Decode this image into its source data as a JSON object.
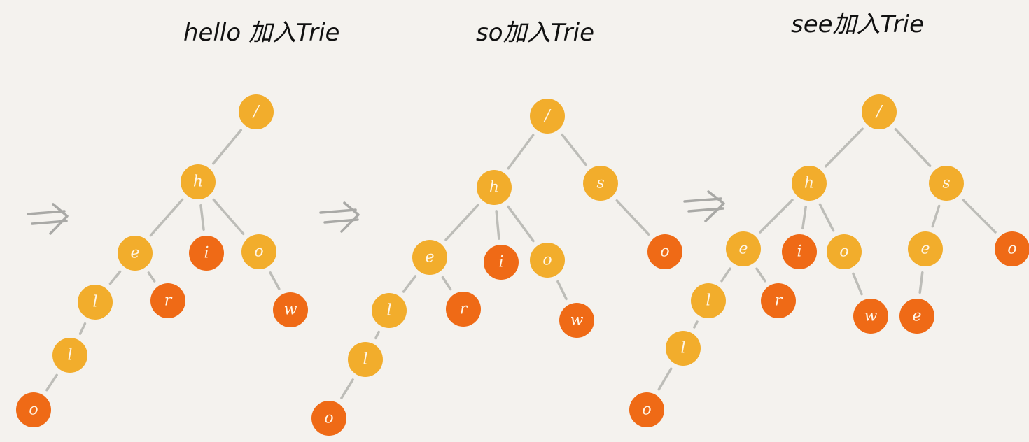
{
  "colors": {
    "background": "#f4f2ee",
    "node_inner": "#f2ad2c",
    "node_leaf": "#ef6a16",
    "edge": "#bdbdb8",
    "arrow": "#a9a9a6"
  },
  "panels": [
    {
      "title": "hello 加入Trie",
      "nodes": [
        {
          "id": "root",
          "label": "/",
          "type": "inner"
        },
        {
          "id": "h",
          "label": "h",
          "type": "inner"
        },
        {
          "id": "e",
          "label": "e",
          "type": "inner"
        },
        {
          "id": "i",
          "label": "i",
          "type": "leaf"
        },
        {
          "id": "o1",
          "label": "o",
          "type": "inner"
        },
        {
          "id": "l1",
          "label": "l",
          "type": "inner"
        },
        {
          "id": "r",
          "label": "r",
          "type": "leaf"
        },
        {
          "id": "w",
          "label": "w",
          "type": "leaf"
        },
        {
          "id": "l2",
          "label": "l",
          "type": "inner"
        },
        {
          "id": "o2",
          "label": "o",
          "type": "leaf"
        }
      ],
      "edges": [
        [
          "root",
          "h"
        ],
        [
          "h",
          "e"
        ],
        [
          "h",
          "i"
        ],
        [
          "h",
          "o1"
        ],
        [
          "e",
          "l1"
        ],
        [
          "e",
          "r"
        ],
        [
          "o1",
          "w"
        ],
        [
          "l1",
          "l2"
        ],
        [
          "l2",
          "o2"
        ]
      ]
    },
    {
      "title": "so加入Trie",
      "nodes": [
        {
          "id": "root",
          "label": "/",
          "type": "inner"
        },
        {
          "id": "h",
          "label": "h",
          "type": "inner"
        },
        {
          "id": "s",
          "label": "s",
          "type": "inner"
        },
        {
          "id": "e",
          "label": "e",
          "type": "inner"
        },
        {
          "id": "i",
          "label": "i",
          "type": "leaf"
        },
        {
          "id": "o1",
          "label": "o",
          "type": "inner"
        },
        {
          "id": "so",
          "label": "o",
          "type": "leaf"
        },
        {
          "id": "l1",
          "label": "l",
          "type": "inner"
        },
        {
          "id": "r",
          "label": "r",
          "type": "leaf"
        },
        {
          "id": "w",
          "label": "w",
          "type": "leaf"
        },
        {
          "id": "l2",
          "label": "l",
          "type": "inner"
        },
        {
          "id": "o2",
          "label": "o",
          "type": "leaf"
        }
      ],
      "edges": [
        [
          "root",
          "h"
        ],
        [
          "root",
          "s"
        ],
        [
          "h",
          "e"
        ],
        [
          "h",
          "i"
        ],
        [
          "h",
          "o1"
        ],
        [
          "s",
          "so"
        ],
        [
          "e",
          "l1"
        ],
        [
          "e",
          "r"
        ],
        [
          "o1",
          "w"
        ],
        [
          "l1",
          "l2"
        ],
        [
          "l2",
          "o2"
        ]
      ]
    },
    {
      "title": "see加入Trie",
      "nodes": [
        {
          "id": "root",
          "label": "/",
          "type": "inner"
        },
        {
          "id": "h",
          "label": "h",
          "type": "inner"
        },
        {
          "id": "s",
          "label": "s",
          "type": "inner"
        },
        {
          "id": "e",
          "label": "e",
          "type": "inner"
        },
        {
          "id": "i",
          "label": "i",
          "type": "leaf"
        },
        {
          "id": "o1",
          "label": "o",
          "type": "inner"
        },
        {
          "id": "se",
          "label": "e",
          "type": "inner"
        },
        {
          "id": "so",
          "label": "o",
          "type": "leaf"
        },
        {
          "id": "l1",
          "label": "l",
          "type": "inner"
        },
        {
          "id": "r",
          "label": "r",
          "type": "leaf"
        },
        {
          "id": "w",
          "label": "w",
          "type": "leaf"
        },
        {
          "id": "see",
          "label": "e",
          "type": "leaf"
        },
        {
          "id": "l2",
          "label": "l",
          "type": "inner"
        },
        {
          "id": "o2",
          "label": "o",
          "type": "leaf"
        }
      ],
      "edges": [
        [
          "root",
          "h"
        ],
        [
          "root",
          "s"
        ],
        [
          "h",
          "e"
        ],
        [
          "h",
          "i"
        ],
        [
          "h",
          "o1"
        ],
        [
          "s",
          "se"
        ],
        [
          "s",
          "so"
        ],
        [
          "se",
          "see"
        ],
        [
          "e",
          "l1"
        ],
        [
          "e",
          "r"
        ],
        [
          "o1",
          "w"
        ],
        [
          "l1",
          "l2"
        ],
        [
          "l2",
          "o2"
        ]
      ]
    }
  ]
}
